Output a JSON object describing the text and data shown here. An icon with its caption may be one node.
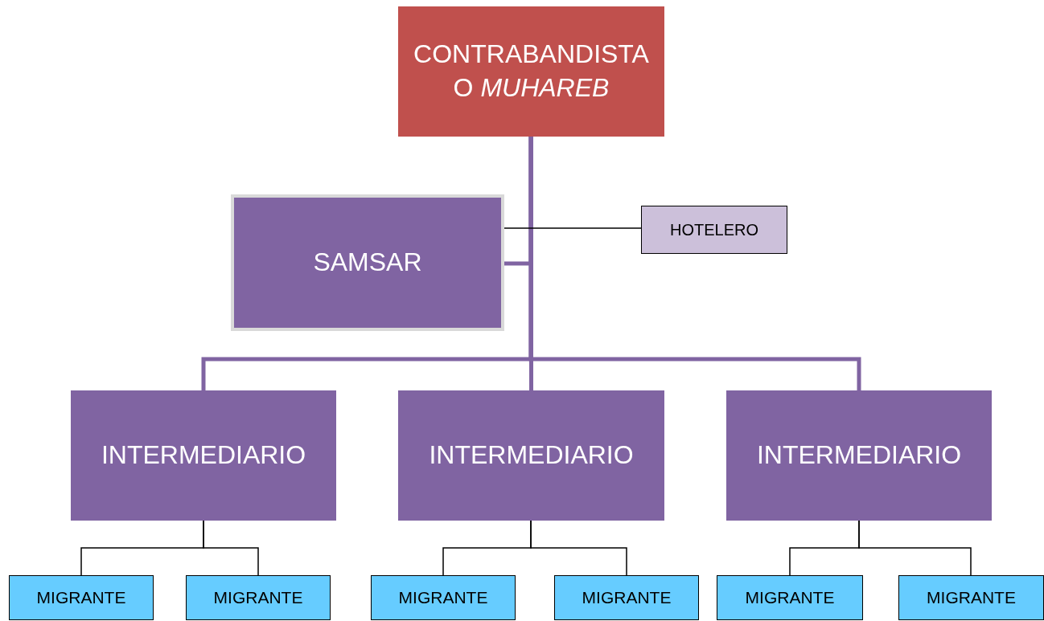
{
  "diagram": {
    "nodes": [
      {
        "text": [
          "CONTRABANDISTA O *MUHAREB*"
        ]
      },
      {
        "text": [
          "SAMSAR"
        ]
      },
      {
        "text": [
          "HOTELERO"
        ]
      },
      {
        "text": [
          "INTERMEDIARIO"
        ]
      },
      {
        "text": [
          "INTERMEDIARIO"
        ]
      },
      {
        "text": [
          "INTERMEDIARIO"
        ]
      },
      {
        "text": [
          "MIGRANTE"
        ]
      },
      {
        "text": [
          "MIGRANTE"
        ]
      },
      {
        "text": [
          "MIGRANTE"
        ]
      },
      {
        "text": [
          "MIGRANTE"
        ]
      },
      {
        "text": [
          "MIGRANTE"
        ]
      },
      {
        "text": [
          "MIGRANTE"
        ]
      }
    ],
    "edges": [
      {
        "from": 0,
        "to": 1,
        "arrow": "none",
        "style": "thick",
        "color": "#8064a2"
      },
      {
        "from": 0,
        "to": 3,
        "arrow": "none",
        "style": "thick",
        "color": "#8064a2"
      },
      {
        "from": 0,
        "to": 4,
        "arrow": "none",
        "style": "thick",
        "color": "#8064a2"
      },
      {
        "from": 0,
        "to": 5,
        "arrow": "none",
        "style": "thick",
        "color": "#8064a2"
      },
      {
        "from": 1,
        "to": 2,
        "arrow": "none"
      },
      {
        "from": 3,
        "to": 6,
        "arrow": "none"
      },
      {
        "from": 3,
        "to": 7,
        "arrow": "none"
      },
      {
        "from": 4,
        "to": 8,
        "arrow": "none"
      },
      {
        "from": 4,
        "to": 9,
        "arrow": "none"
      },
      {
        "from": 5,
        "to": 10,
        "arrow": "none"
      },
      {
        "from": 5,
        "to": 11,
        "arrow": "none"
      }
    ]
  }
}
